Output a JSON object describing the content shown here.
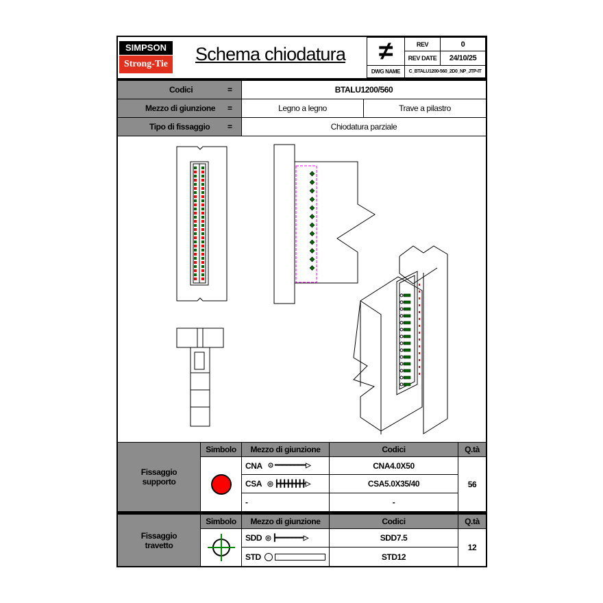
{
  "header": {
    "logo_top": "SIMPSON",
    "logo_bottom": "Strong-Tie",
    "title": "Schema chiodatura",
    "symbol": "≠",
    "rev_label": "REV",
    "rev_value": "0",
    "rev_date_label": "REV DATE",
    "rev_date_value": "24/10/25",
    "dwg_name_label": "DWG NAME",
    "dwg_name_value": "C_BTALU1200-560_2D0_NP_JTP-IT"
  },
  "info": {
    "codici_label": "Codici",
    "eq": "=",
    "codici_value": "BTALU1200/560",
    "mezzo_label": "Mezzo di giunzione",
    "mezzo_value1": "Legno a legno",
    "mezzo_value2": "Trave a pilastro",
    "tipo_label": "Tipo di fissaggio",
    "tipo_value": "Chiodatura parziale"
  },
  "colors": {
    "support_symbol": "#ff0000",
    "beam_symbol": "#008000",
    "nail_marks": "#006400",
    "outline_magenta": "#ff00ff"
  },
  "table1": {
    "group": "Fissaggio supporto",
    "headers": [
      "Simbolo",
      "Mezzo di giunzione",
      "Codici",
      "Q.tà"
    ],
    "rows": [
      {
        "mezzo": "CNA",
        "codice": "CNA4.0X50"
      },
      {
        "mezzo": "CSA",
        "codice": "CSA5.0X35/40"
      },
      {
        "mezzo": "-",
        "codice": "-"
      }
    ],
    "qty": "56"
  },
  "table2": {
    "group": "Fissaggio travetto",
    "headers": [
      "Simbolo",
      "Mezzo di giunzione",
      "Codici",
      "Q.tà"
    ],
    "rows": [
      {
        "mezzo": "SDD",
        "codice": "SDD7.5"
      },
      {
        "mezzo": "STD",
        "codice": "STD12"
      }
    ],
    "qty": "12"
  }
}
